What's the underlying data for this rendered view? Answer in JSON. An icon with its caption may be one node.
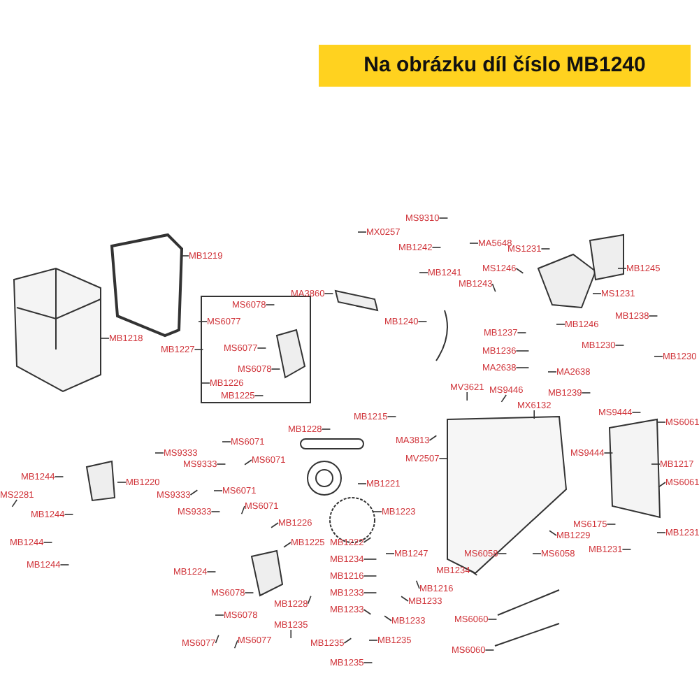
{
  "diagram": {
    "title": "Na obrázku díl číslo MB1240",
    "nodes": [
      {
        "text": [
          "MB1219"
        ]
      },
      {
        "text": [
          "MS9310"
        ]
      },
      {
        "text": [
          "MX0257"
        ]
      },
      {
        "text": [
          "MB1242"
        ]
      },
      {
        "text": [
          "MA5648"
        ]
      },
      {
        "text": [
          "MS1231"
        ]
      },
      {
        "text": [
          "MS1246"
        ]
      },
      {
        "text": [
          "MB1245"
        ]
      },
      {
        "text": [
          "MB1241"
        ]
      },
      {
        "text": [
          "MB1243"
        ]
      },
      {
        "text": [
          "MA3860"
        ]
      },
      {
        "text": [
          "MS1231"
        ]
      },
      {
        "text": [
          "MS6078"
        ]
      },
      {
        "text": [
          "MB1238"
        ]
      },
      {
        "text": [
          "MS6077"
        ]
      },
      {
        "text": [
          "MB1240"
        ]
      },
      {
        "text": [
          "MB1246"
        ]
      },
      {
        "text": [
          "MB1237"
        ]
      },
      {
        "text": [
          "MB1218"
        ]
      },
      {
        "text": [
          "MB1230"
        ]
      },
      {
        "text": [
          "MB1227"
        ]
      },
      {
        "text": [
          "MS6077"
        ]
      },
      {
        "text": [
          "MB1236"
        ]
      },
      {
        "text": [
          "MB1230"
        ]
      },
      {
        "text": [
          "MS6078"
        ]
      },
      {
        "text": [
          "MA2638"
        ]
      },
      {
        "text": [
          "MA2638"
        ]
      },
      {
        "text": [
          "MB1226"
        ]
      },
      {
        "text": [
          "MV3621"
        ]
      },
      {
        "text": [
          "MS9446"
        ]
      },
      {
        "text": [
          "MB1239"
        ]
      },
      {
        "text": [
          "MB1225"
        ]
      },
      {
        "text": [
          "MS9444"
        ]
      },
      {
        "text": [
          "MX6132"
        ]
      },
      {
        "text": [
          "MB1215"
        ]
      },
      {
        "text": [
          "MS6061"
        ]
      },
      {
        "text": [
          "MB1228"
        ]
      },
      {
        "text": [
          "MA3813"
        ]
      },
      {
        "text": [
          "MS6071"
        ]
      },
      {
        "text": [
          "MS9444"
        ]
      },
      {
        "text": [
          "MS9333"
        ]
      },
      {
        "text": [
          "MS6071"
        ]
      },
      {
        "text": [
          "MV2507"
        ]
      },
      {
        "text": [
          "MB1217"
        ]
      },
      {
        "text": [
          "MS9333"
        ]
      },
      {
        "text": [
          "MB1220"
        ]
      },
      {
        "text": [
          "MB1221"
        ]
      },
      {
        "text": [
          "MS6061"
        ]
      },
      {
        "text": [
          "MB1244"
        ]
      },
      {
        "text": [
          "MS6071"
        ]
      },
      {
        "text": [
          "MS2281"
        ]
      },
      {
        "text": [
          "MS9333"
        ]
      },
      {
        "text": [
          "MS6071"
        ]
      },
      {
        "text": [
          "MB1244"
        ]
      },
      {
        "text": [
          "MS9333"
        ]
      },
      {
        "text": [
          "MB1223"
        ]
      },
      {
        "text": [
          "MS6175"
        ]
      },
      {
        "text": [
          "MB1226"
        ]
      },
      {
        "text": [
          "MB1231"
        ]
      },
      {
        "text": [
          "MB1229"
        ]
      },
      {
        "text": [
          "MB1225"
        ]
      },
      {
        "text": [
          "MB1244"
        ]
      },
      {
        "text": [
          "MB1222"
        ]
      },
      {
        "text": [
          "MB1231"
        ]
      },
      {
        "text": [
          "MS6058"
        ]
      },
      {
        "text": [
          "MS6058"
        ]
      },
      {
        "text": [
          "MB1247"
        ]
      },
      {
        "text": [
          "MB1244"
        ]
      },
      {
        "text": [
          "MB1234"
        ]
      },
      {
        "text": [
          "MB1224"
        ]
      },
      {
        "text": [
          "MB1216"
        ]
      },
      {
        "text": [
          "MB1233"
        ]
      },
      {
        "text": [
          "MB1234"
        ]
      },
      {
        "text": [
          "MB1233"
        ]
      },
      {
        "text": [
          "MB1216"
        ]
      },
      {
        "text": [
          "MS6078"
        ]
      },
      {
        "text": [
          "MB1228"
        ]
      },
      {
        "text": [
          "MB1233"
        ]
      },
      {
        "text": [
          "MB1235"
        ]
      },
      {
        "text": [
          "MS6060"
        ]
      },
      {
        "text": [
          "MS6078"
        ]
      },
      {
        "text": [
          "MB1233"
        ]
      },
      {
        "text": [
          "MB1235"
        ]
      },
      {
        "text": [
          "MS6077"
        ]
      },
      {
        "text": [
          "MB1235"
        ]
      },
      {
        "text": [
          "MS6077"
        ]
      },
      {
        "text": [
          "MB1235"
        ]
      },
      {
        "text": [
          "MS6060"
        ]
      }
    ],
    "edges": [
      {
        "from": 0,
        "to": null,
        "arrow": "none"
      },
      {
        "from": 1,
        "to": null,
        "arrow": "none"
      },
      {
        "from": 2,
        "to": null,
        "arrow": "none"
      },
      {
        "from": 3,
        "to": null,
        "arrow": "none"
      },
      {
        "from": 4,
        "to": null,
        "arrow": "none"
      },
      {
        "from": 5,
        "to": null,
        "arrow": "none"
      },
      {
        "from": 6,
        "to": null,
        "arrow": "none"
      },
      {
        "from": 7,
        "to": null,
        "arrow": "none"
      },
      {
        "from": 8,
        "to": null,
        "arrow": "none"
      },
      {
        "from": 9,
        "to": null,
        "arrow": "none"
      },
      {
        "from": 10,
        "to": null,
        "arrow": "none"
      },
      {
        "from": 11,
        "to": null,
        "arrow": "none"
      },
      {
        "from": 12,
        "to": null,
        "arrow": "none"
      },
      {
        "from": 13,
        "to": null,
        "arrow": "none"
      },
      {
        "from": 14,
        "to": null,
        "arrow": "none"
      },
      {
        "from": 15,
        "to": null,
        "arrow": "none"
      },
      {
        "from": 16,
        "to": null,
        "arrow": "none"
      },
      {
        "from": 17,
        "to": null,
        "arrow": "none"
      },
      {
        "from": 18,
        "to": null,
        "arrow": "none"
      },
      {
        "from": 19,
        "to": null,
        "arrow": "none"
      },
      {
        "from": 20,
        "to": null,
        "arrow": "none"
      },
      {
        "from": 21,
        "to": null,
        "arrow": "none"
      },
      {
        "from": 22,
        "to": null,
        "arrow": "none"
      },
      {
        "from": 23,
        "to": null,
        "arrow": "none"
      },
      {
        "from": 24,
        "to": null,
        "arrow": "none"
      },
      {
        "from": 25,
        "to": null,
        "arrow": "none"
      },
      {
        "from": 26,
        "to": null,
        "arrow": "none"
      },
      {
        "from": 27,
        "to": null,
        "arrow": "none"
      },
      {
        "from": 28,
        "to": null,
        "arrow": "none"
      },
      {
        "from": 29,
        "to": null,
        "arrow": "none"
      },
      {
        "from": 30,
        "to": null,
        "arrow": "none"
      },
      {
        "from": 31,
        "to": null,
        "arrow": "none"
      },
      {
        "from": 32,
        "to": null,
        "arrow": "none"
      },
      {
        "from": 33,
        "to": null,
        "arrow": "none"
      },
      {
        "from": 34,
        "to": null,
        "arrow": "none"
      },
      {
        "from": 35,
        "to": null,
        "arrow": "none"
      },
      {
        "from": 36,
        "to": null,
        "arrow": "none"
      },
      {
        "from": 37,
        "to": null,
        "arrow": "none"
      },
      {
        "from": 38,
        "to": null,
        "arrow": "none"
      },
      {
        "from": 39,
        "to": null,
        "arrow": "none"
      },
      {
        "from": 40,
        "to": null,
        "arrow": "none"
      },
      {
        "from": 41,
        "to": null,
        "arrow": "none"
      },
      {
        "from": 42,
        "to": null,
        "arrow": "none"
      },
      {
        "from": 43,
        "to": null,
        "arrow": "none"
      },
      {
        "from": 44,
        "to": null,
        "arrow": "none"
      },
      {
        "from": 45,
        "to": null,
        "arrow": "none"
      },
      {
        "from": 46,
        "to": null,
        "arrow": "none"
      },
      {
        "from": 47,
        "to": null,
        "arrow": "none"
      },
      {
        "from": 48,
        "to": null,
        "arrow": "none"
      },
      {
        "from": 49,
        "to": null,
        "arrow": "none"
      },
      {
        "from": 50,
        "to": null,
        "arrow": "none"
      },
      {
        "from": 51,
        "to": null,
        "arrow": "none"
      },
      {
        "from": 52,
        "to": null,
        "arrow": "none"
      },
      {
        "from": 53,
        "to": null,
        "arrow": "none"
      },
      {
        "from": 54,
        "to": null,
        "arrow": "none"
      },
      {
        "from": 55,
        "to": null,
        "arrow": "none"
      },
      {
        "from": 56,
        "to": null,
        "arrow": "none"
      },
      {
        "from": 57,
        "to": null,
        "arrow": "none"
      },
      {
        "from": 58,
        "to": null,
        "arrow": "none"
      },
      {
        "from": 59,
        "to": null,
        "arrow": "none"
      },
      {
        "from": 60,
        "to": null,
        "arrow": "none"
      },
      {
        "from": 61,
        "to": null,
        "arrow": "none"
      },
      {
        "from": 62,
        "to": null,
        "arrow": "none"
      },
      {
        "from": 63,
        "to": null,
        "arrow": "none"
      },
      {
        "from": 64,
        "to": null,
        "arrow": "none"
      },
      {
        "from": 65,
        "to": null,
        "arrow": "none"
      },
      {
        "from": 66,
        "to": null,
        "arrow": "none"
      },
      {
        "from": 67,
        "to": null,
        "arrow": "none"
      },
      {
        "from": 68,
        "to": null,
        "arrow": "none"
      },
      {
        "from": 69,
        "to": null,
        "arrow": "none"
      },
      {
        "from": 70,
        "to": null,
        "arrow": "none"
      },
      {
        "from": 71,
        "to": null,
        "arrow": "none"
      },
      {
        "from": 72,
        "to": null,
        "arrow": "none"
      },
      {
        "from": 73,
        "to": null,
        "arrow": "none"
      },
      {
        "from": 74,
        "to": null,
        "arrow": "none"
      },
      {
        "from": 75,
        "to": null,
        "arrow": "none"
      },
      {
        "from": 76,
        "to": null,
        "arrow": "none"
      },
      {
        "from": 77,
        "to": null,
        "arrow": "none"
      },
      {
        "from": 78,
        "to": null,
        "arrow": "none"
      },
      {
        "from": 79,
        "to": null,
        "arrow": "none"
      },
      {
        "from": 80,
        "to": null,
        "arrow": "none"
      },
      {
        "from": 81,
        "to": null,
        "arrow": "none"
      },
      {
        "from": 82,
        "to": null,
        "arrow": "none"
      },
      {
        "from": 83,
        "to": null,
        "arrow": "none"
      },
      {
        "from": 84,
        "to": null,
        "arrow": "none"
      },
      {
        "from": 85,
        "to": null,
        "arrow": "none"
      },
      {
        "from": 86,
        "to": null,
        "arrow": "none"
      },
      {
        "from": 87,
        "to": null,
        "arrow": "none"
      }
    ]
  }
}
